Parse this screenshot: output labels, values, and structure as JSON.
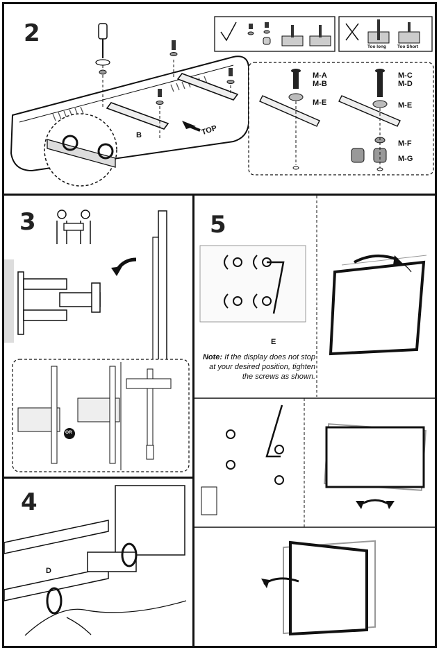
{
  "step2": {
    "number": "2",
    "labels": {
      "B": "B",
      "TOP": "TOP",
      "M_A": "M-A",
      "M_B": "M-B",
      "M_E_left": "M-E",
      "M_C": "M-C",
      "M_D": "M-D",
      "M_E_right": "M-E",
      "M_F": "M-F",
      "M_G": "M-G"
    },
    "too_long": "Too long",
    "too_short": "Too Short"
  },
  "step3": {
    "number": "3",
    "or": "OR"
  },
  "step4": {
    "number": "4",
    "label_D": "D"
  },
  "step5": {
    "number": "5",
    "label_E": "E",
    "note_bold": "Note:",
    "note_text": " If the display does not stop at your desired position, tighten the screws as shown."
  }
}
